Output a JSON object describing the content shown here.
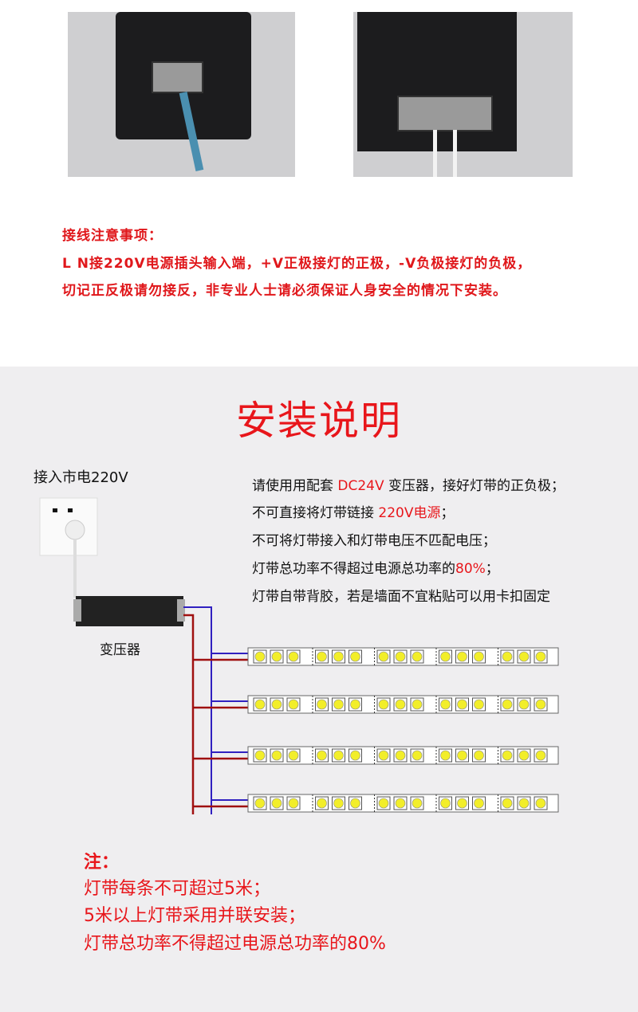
{
  "wiring_notes": {
    "heading": "接线注意事项：",
    "line1": "L N接220V电源插头输入端，+V正极接灯的正极，-V负极接灯的负极，",
    "line2": "切记正反极请勿接反，非专业人士请必须保证人身安全的情况下安装。"
  },
  "install": {
    "title": "安装说明",
    "mains_label": "接入市电220V",
    "transformer_label": "变压器",
    "instructions": [
      {
        "pre": "请使用用配套 ",
        "hl": "DC24V",
        "post": " 变压器，接好灯带的正负极；"
      },
      {
        "pre": "不可直接将灯带链接 ",
        "hl": "220V电源",
        "post": "；"
      },
      {
        "pre": "不可将灯带接入和灯带电压不匹配电压；",
        "hl": "",
        "post": ""
      },
      {
        "pre": "灯带总功率不得超过电源总功率的",
        "hl": "80%",
        "post": "；"
      },
      {
        "pre": "灯带自带背胶，若是墙面不宜粘贴可以用卡扣固定",
        "hl": "",
        "post": ""
      }
    ],
    "strip_count": 4,
    "colors": {
      "accent": "#e8161b",
      "positive_wire": "#a01010",
      "negative_wire": "#3020c0",
      "led": "#f2ee2a"
    }
  },
  "notes": {
    "heading": "注：",
    "items": [
      "灯带每条不可超过5米；",
      "5米以上灯带采用并联安装；",
      "灯带总功率不得超过电源总功率的80%"
    ]
  }
}
